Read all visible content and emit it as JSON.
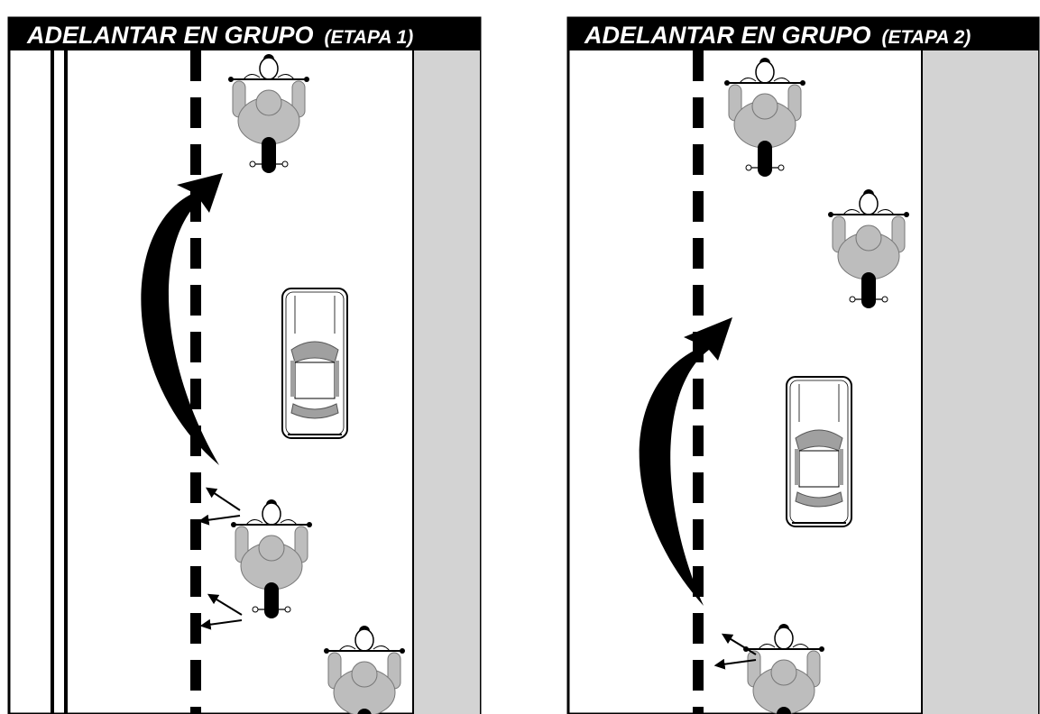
{
  "panels": [
    {
      "title_main": "ADELANTAR EN GRUPO",
      "title_sub": "(ETAPA 1)"
    },
    {
      "title_main": "ADELANTAR EN GRUPO",
      "title_sub": "(ETAPA 2)"
    }
  ],
  "colors": {
    "header": "#000000",
    "road": "#ffffff",
    "shoulder": "#d3d3d3",
    "rider": "#bdbdbd",
    "tire": "#000000",
    "car_glass": "#a0a0a0"
  },
  "icons": [
    "motorcycle-icon",
    "car-icon",
    "curved-arrow-icon",
    "signal-arrow-icon"
  ]
}
